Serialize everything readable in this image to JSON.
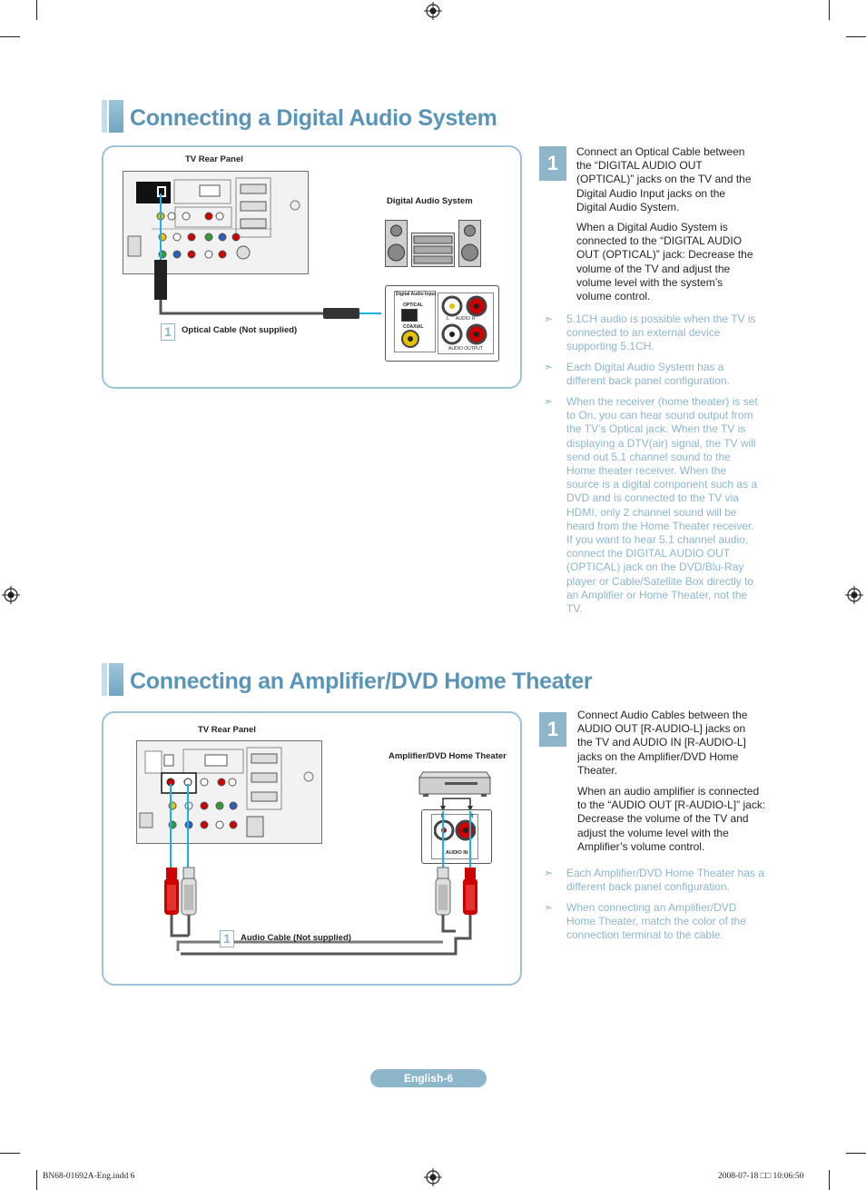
{
  "section1": {
    "title": "Connecting a Digital Audio System",
    "diagram": {
      "tv_panel_label": "TV Rear Panel",
      "device_label": "Digital Audio System",
      "cable_step": "1",
      "cable_label": "Optical Cable (Not supplied)",
      "jack_panel": {
        "header": "Digital Audio Input",
        "optical": "OPTICAL",
        "coaxial": "COAXIAL",
        "audio_l": "L",
        "audio_mid": "AUDIO",
        "audio_r": "R",
        "audio_output": "AUDIO OUTPUT"
      }
    },
    "step": {
      "number": "1",
      "paragraphs": [
        "Connect an Optical Cable between the “DIGITAL AUDIO OUT (OPTICAL)” jacks on the TV and the Digital Audio Input jacks on the Digital Audio System.",
        "When a Digital Audio System is connected to the “DIGITAL AUDIO OUT (OPTICAL)” jack: Decrease the volume of the TV and adjust the volume level with the system’s volume control."
      ]
    },
    "notes": [
      "5.1CH audio is possible when the TV is connected to an external device supporting 5.1CH.",
      "Each Digital Audio System has a different back panel configuration.",
      "When the receiver (home theater) is set to On, you can hear sound output from the TV’s Optical jack. When the TV is displaying a DTV(air) signal, the TV will send out 5.1 channel sound to the Home theater receiver. When the source is a digital component such as a DVD and is connected to the TV via HDMI, only 2 channel sound will be heard from the Home Theater receiver. If you want to hear 5.1 channel audio, connect the DIGITAL AUDIO OUT (OPTICAL) jack on the DVD/Blu-Ray player or Cable/Satellite Box directly to an Amplifier or Home Theater, not the TV."
    ]
  },
  "section2": {
    "title": "Connecting an Amplifier/DVD Home Theater",
    "diagram": {
      "tv_panel_label": "TV Rear Panel",
      "device_label": "Amplifier/DVD Home Theater",
      "cable_step": "1",
      "cable_label": "Audio Cable (Not supplied)",
      "jack_panel": {
        "l": "L",
        "r": "R",
        "audio_in": "AUDIO IN"
      }
    },
    "step": {
      "number": "1",
      "paragraphs": [
        "Connect Audio Cables between the AUDIO OUT [R-AUDIO-L] jacks on the TV and AUDIO IN [R-AUDIO-L] jacks on the Amplifier/DVD Home Theater.",
        "When an audio amplifier is connected to the “AUDIO OUT [R-AUDIO-L]” jack: Decrease the volume of the TV and adjust the volume level with the Amplifier’s volume control."
      ]
    },
    "notes": [
      "Each Amplifier/DVD Home Theater has a different back panel configuration.",
      "When connecting an Amplifier/DVD Home Theater, match the color of the connection terminal to the cable."
    ]
  },
  "footer": {
    "page_label": "English-6",
    "file_name": "BN68-01692A-Eng.indd   6",
    "timestamp": "2008-07-18   □□ 10:06:50"
  },
  "colors": {
    "accent": "#5a95b8",
    "note": "#8db6cb",
    "box_border": "#9dc3d7"
  },
  "icons": {
    "registration_mark": "registration-mark-icon",
    "note_arrow": "note-arrow-icon"
  }
}
